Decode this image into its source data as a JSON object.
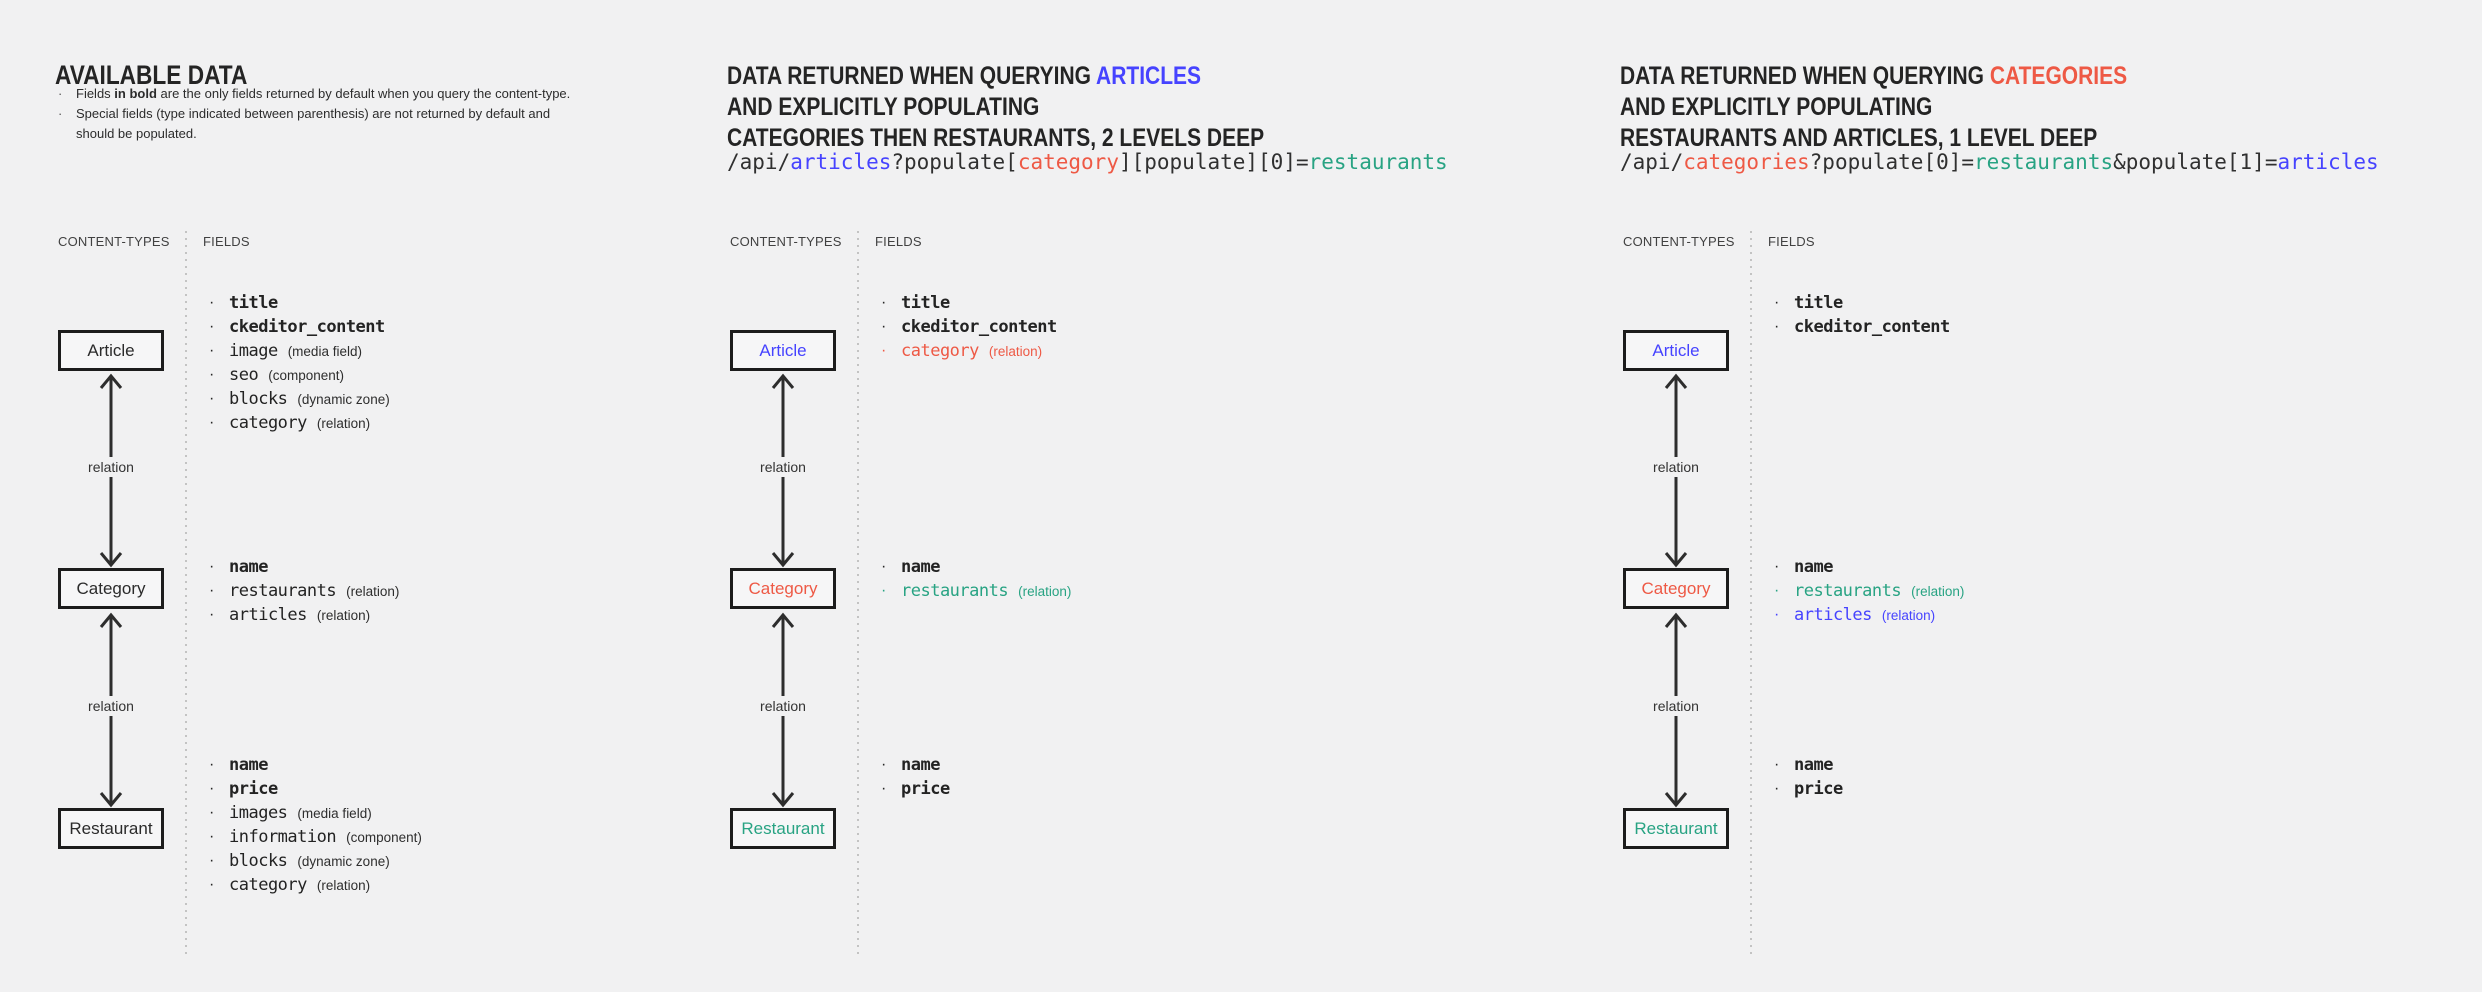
{
  "colors": {
    "blue": "#4643ff",
    "red": "#ee5945",
    "green": "#28a383",
    "bg": "#f1f1f2",
    "ink": "#242424"
  },
  "panels": [
    {
      "title_lines": [
        [
          {
            "t": "AVAILABLE DATA"
          }
        ]
      ],
      "notes": [
        [
          {
            "t": "Fields "
          },
          {
            "t": "in bold",
            "b": true
          },
          {
            "t": " are the only fields returned by default when you query the content-type."
          }
        ],
        [
          {
            "t": "Special fields (type indicated between parenthesis) are not returned by default and should be populated."
          }
        ]
      ],
      "content_types_label": "CONTENT-TYPES",
      "fields_label": "FIELDS",
      "relation_label": "relation",
      "boxes": [
        {
          "label": "Article"
        },
        {
          "label": "Category"
        },
        {
          "label": "Restaurant"
        }
      ],
      "field_groups": [
        [
          {
            "name": "title",
            "bold": true
          },
          {
            "name": "ckeditor_content",
            "bold": true
          },
          {
            "name": "image",
            "type": "(media field)"
          },
          {
            "name": "seo",
            "type": "(component)"
          },
          {
            "name": "blocks",
            "type": "(dynamic zone)"
          },
          {
            "name": "category",
            "type": "(relation)"
          }
        ],
        [
          {
            "name": "name",
            "bold": true
          },
          {
            "name": "restaurants",
            "type": "(relation)"
          },
          {
            "name": "articles",
            "type": "(relation)"
          }
        ],
        [
          {
            "name": "name",
            "bold": true
          },
          {
            "name": "price",
            "bold": true
          },
          {
            "name": "images",
            "type": "(media field)"
          },
          {
            "name": "information",
            "type": "(component)"
          },
          {
            "name": "blocks",
            "type": "(dynamic zone)"
          },
          {
            "name": "category",
            "type": "(relation)"
          }
        ]
      ]
    },
    {
      "title_lines": [
        [
          {
            "t": "DATA RETURNED WHEN QUERYING "
          },
          {
            "t": "ARTICLES",
            "c": "blue"
          }
        ],
        [
          {
            "t": "AND EXPLICITLY POPULATING"
          }
        ],
        [
          {
            "t": "CATEGORIES THEN RESTAURANTS, 2 LEVELS DEEP"
          }
        ]
      ],
      "code": [
        {
          "t": "/api/"
        },
        {
          "t": "articles",
          "c": "blue"
        },
        {
          "t": "?populate["
        },
        {
          "t": "category",
          "c": "red"
        },
        {
          "t": "][populate][0]="
        },
        {
          "t": "restaurants",
          "c": "green"
        }
      ],
      "content_types_label": "CONTENT-TYPES",
      "fields_label": "FIELDS",
      "relation_label": "relation",
      "boxes": [
        {
          "label": "Article",
          "c": "blue"
        },
        {
          "label": "Category",
          "c": "red"
        },
        {
          "label": "Restaurant",
          "c": "green"
        }
      ],
      "field_groups": [
        [
          {
            "name": "title",
            "bold": true
          },
          {
            "name": "ckeditor_content",
            "bold": true
          },
          {
            "name": "category",
            "type": "(relation)",
            "c": "red"
          }
        ],
        [
          {
            "name": "name",
            "bold": true
          },
          {
            "name": "restaurants",
            "type": "(relation)",
            "c": "green"
          }
        ],
        [
          {
            "name": "name",
            "bold": true
          },
          {
            "name": "price",
            "bold": true
          }
        ]
      ]
    },
    {
      "title_lines": [
        [
          {
            "t": "DATA RETURNED WHEN QUERYING "
          },
          {
            "t": "CATEGORIES",
            "c": "red"
          }
        ],
        [
          {
            "t": "AND EXPLICITLY POPULATING"
          }
        ],
        [
          {
            "t": "RESTAURANTS AND ARTICLES, 1 LEVEL DEEP"
          }
        ]
      ],
      "code": [
        {
          "t": "/api/"
        },
        {
          "t": "categories",
          "c": "red"
        },
        {
          "t": "?populate[0]="
        },
        {
          "t": "restaurants",
          "c": "green"
        },
        {
          "t": "&populate[1]="
        },
        {
          "t": "articles",
          "c": "blue"
        }
      ],
      "content_types_label": "CONTENT-TYPES",
      "fields_label": "FIELDS",
      "relation_label": "relation",
      "boxes": [
        {
          "label": "Article",
          "c": "blue"
        },
        {
          "label": "Category",
          "c": "red"
        },
        {
          "label": "Restaurant",
          "c": "green"
        }
      ],
      "field_groups": [
        [
          {
            "name": "title",
            "bold": true
          },
          {
            "name": "ckeditor_content",
            "bold": true
          }
        ],
        [
          {
            "name": "name",
            "bold": true
          },
          {
            "name": "restaurants",
            "type": "(relation)",
            "c": "green"
          },
          {
            "name": "articles",
            "type": "(relation)",
            "c": "blue"
          }
        ],
        [
          {
            "name": "name",
            "bold": true
          },
          {
            "name": "price",
            "bold": true
          }
        ]
      ]
    }
  ]
}
